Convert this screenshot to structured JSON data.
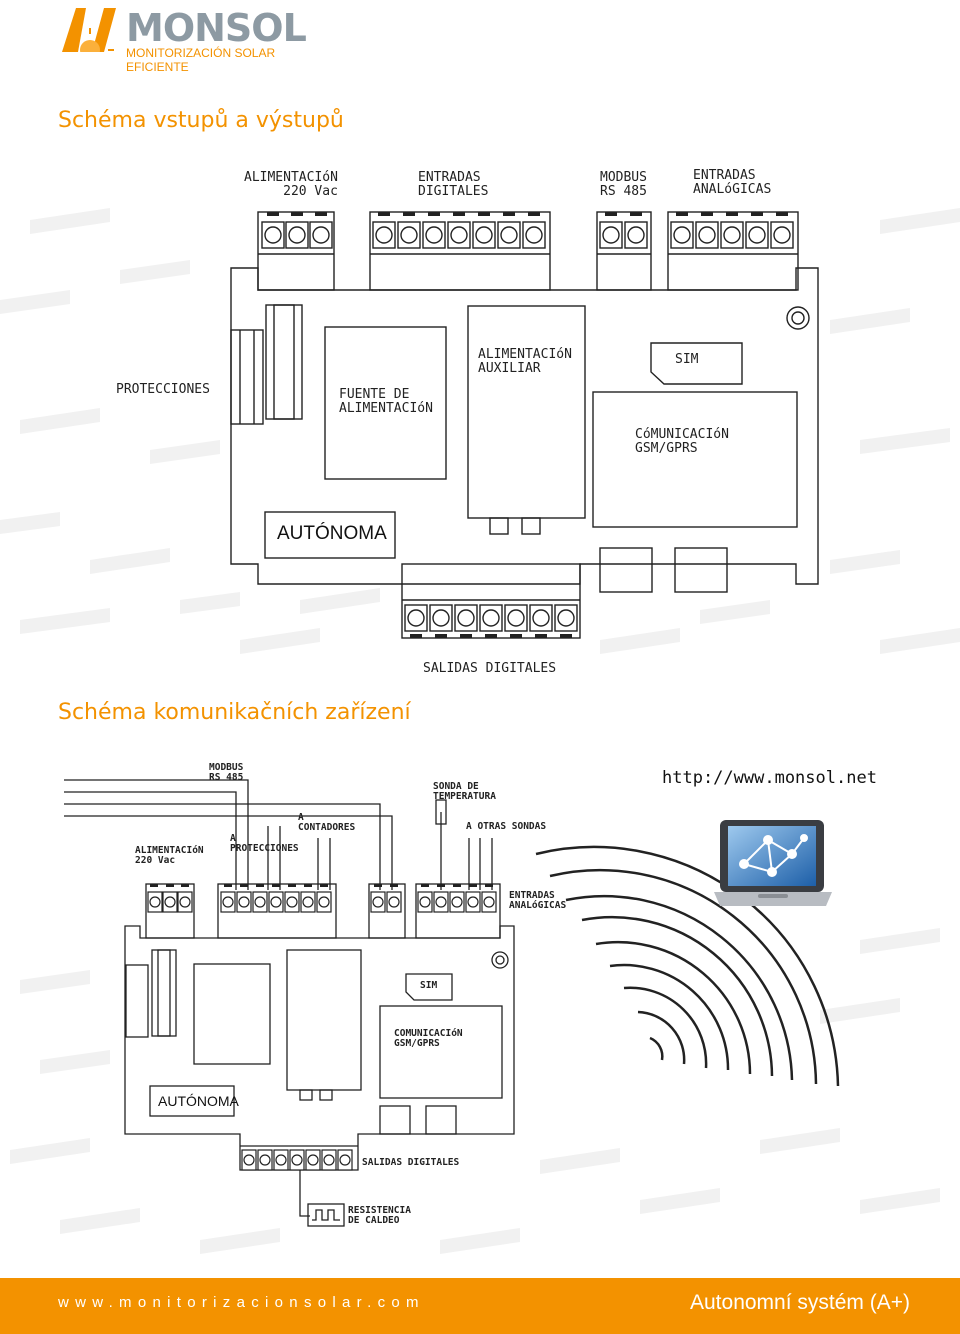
{
  "brand": {
    "name": "MONSOL",
    "tagline": "MONITORIZACIÓN SOLAR EFICIENTE",
    "orange": "#f39200",
    "gray": "#8d9aa3"
  },
  "section1": {
    "title": "Schéma vstupů a výstupů",
    "labels": {
      "power": "ALIMENTACIóN\n220 Vac",
      "digital_in": "ENTRADAS\nDIGITALES",
      "modbus": "MODBUS\nRS 485",
      "analog_in": "ENTRADAS\nANALóGICAS",
      "protections": "PROTECCIONES",
      "psu": "FUENTE DE\nALIMENTACIóN",
      "aux_power": "ALIMENTACIóN\nAUXILIAR",
      "sim": "SIM",
      "gsm": "CóMUNICACIóN\nGSM/GPRS",
      "autonoma": "AUTÓNOMA",
      "digital_out": "SALIDAS DIGITALES"
    }
  },
  "section2": {
    "title": "Schéma komunikačních zařízení",
    "url": "http://www.monsol.net",
    "labels": {
      "modbus": "MODBUS\nRS 485",
      "temp_probe": "SONDA DE\nTEMPERATURA",
      "counters": "A\nCONTADORES",
      "other_probes": "A OTRAS SONDAS",
      "protections": "A\nPROTECCIONES",
      "power": "ALIMENTACIóN\n220 Vac",
      "analog_in": "ENTRADAS\nANALóGICAS",
      "sim": "SIM",
      "gsm": "COMUNICACIóN\nGSM/GPRS",
      "autonoma": "AUTÓNOMA",
      "digital_out": "SALIDAS DIGITALES",
      "heater": "RESISTENCIA\nDE CALDEO"
    }
  },
  "footer": {
    "url": "www.monitorizacionsolar.com",
    "title": "Autonomní systém (A+)"
  }
}
